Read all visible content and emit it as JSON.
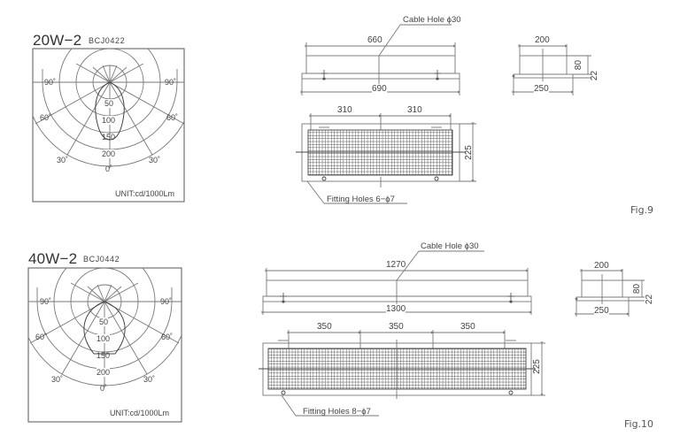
{
  "figures": [
    {
      "id": "fig9",
      "label": "Fig.9",
      "model": "20W−2",
      "code": "BCJ0422",
      "polar": {
        "unit": "UNIT:cd/1000Lm",
        "angle_labels": {
          "left90": "90˚",
          "right90": "90˚",
          "left60": "60˚",
          "right60": "60˚",
          "left30": "30˚",
          "right30": "30˚",
          "zero": "0˚"
        },
        "radial_labels": [
          "50",
          "100",
          "150",
          "200"
        ]
      },
      "side_view": {
        "cable_hole": "Cable Hole ϕ30",
        "top_width": "660",
        "bottom_width": "690"
      },
      "end_view": {
        "top_width": "200",
        "bottom_width": "250",
        "height": "80",
        "flange": "22"
      },
      "plan_view": {
        "spacings": [
          "310",
          "310"
        ],
        "depth": "225",
        "fitting_holes": "Fitting Holes 6−ϕ7"
      }
    },
    {
      "id": "fig10",
      "label": "Fig.10",
      "model": "40W−2",
      "code": "BCJ0442",
      "polar": {
        "unit": "UNIT:cd/1000Lm",
        "angle_labels": {
          "left90": "90˚",
          "right90": "90˚",
          "left60": "60˚",
          "right60": "60˚",
          "left30": "30˚",
          "right30": "30˚",
          "zero": "0˚"
        },
        "radial_labels": [
          "50",
          "100",
          "150",
          "200"
        ]
      },
      "side_view": {
        "cable_hole": "Cable Hole ϕ30",
        "top_width": "1270",
        "bottom_width": "1300"
      },
      "end_view": {
        "top_width": "200",
        "bottom_width": "250",
        "height": "80",
        "flange": "22"
      },
      "plan_view": {
        "spacings": [
          "350",
          "350",
          "350"
        ],
        "depth": "225",
        "fitting_holes": "Fitting Holes 8−ϕ7"
      }
    }
  ]
}
